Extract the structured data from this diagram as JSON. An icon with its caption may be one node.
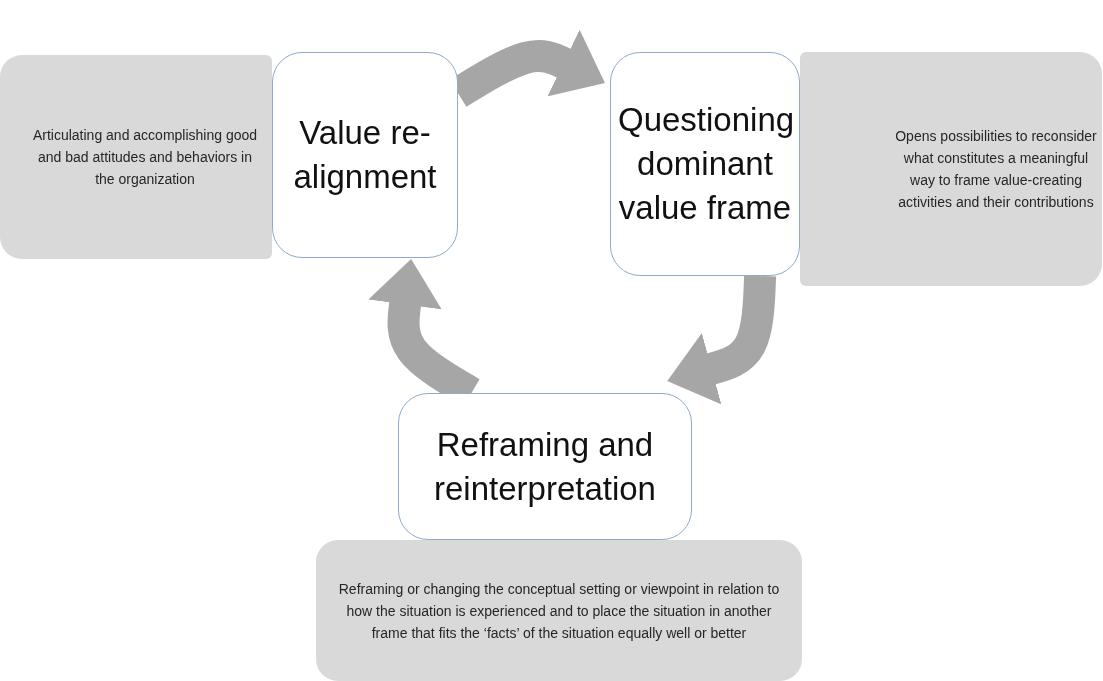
{
  "diagram": {
    "nodes": [
      {
        "text": [
          "Articulating and accomplishing good and bad attitudes and behaviors in the organization"
        ]
      },
      {
        "text": [
          "Value re-alignment"
        ]
      },
      {
        "text": [
          "Questioning dominant value frame"
        ]
      },
      {
        "text": [
          "Opens possibilities to reconsider what constitutes a meaningful way to frame value-creating activities and their contributions"
        ]
      },
      {
        "text": [
          "Reframing and reinterpretation"
        ]
      },
      {
        "text": [
          "Reframing or changing the conceptual setting or viewpoint in relation to how the situation is experienced and to place the situation in another frame that fits the ‘facts’ of the situation equally well or better"
        ]
      }
    ],
    "edges": [
      {
        "from": 1,
        "to": 2,
        "arrow": "to"
      },
      {
        "from": 2,
        "to": 4,
        "arrow": "to"
      },
      {
        "from": 4,
        "to": 1,
        "arrow": "to"
      }
    ]
  }
}
